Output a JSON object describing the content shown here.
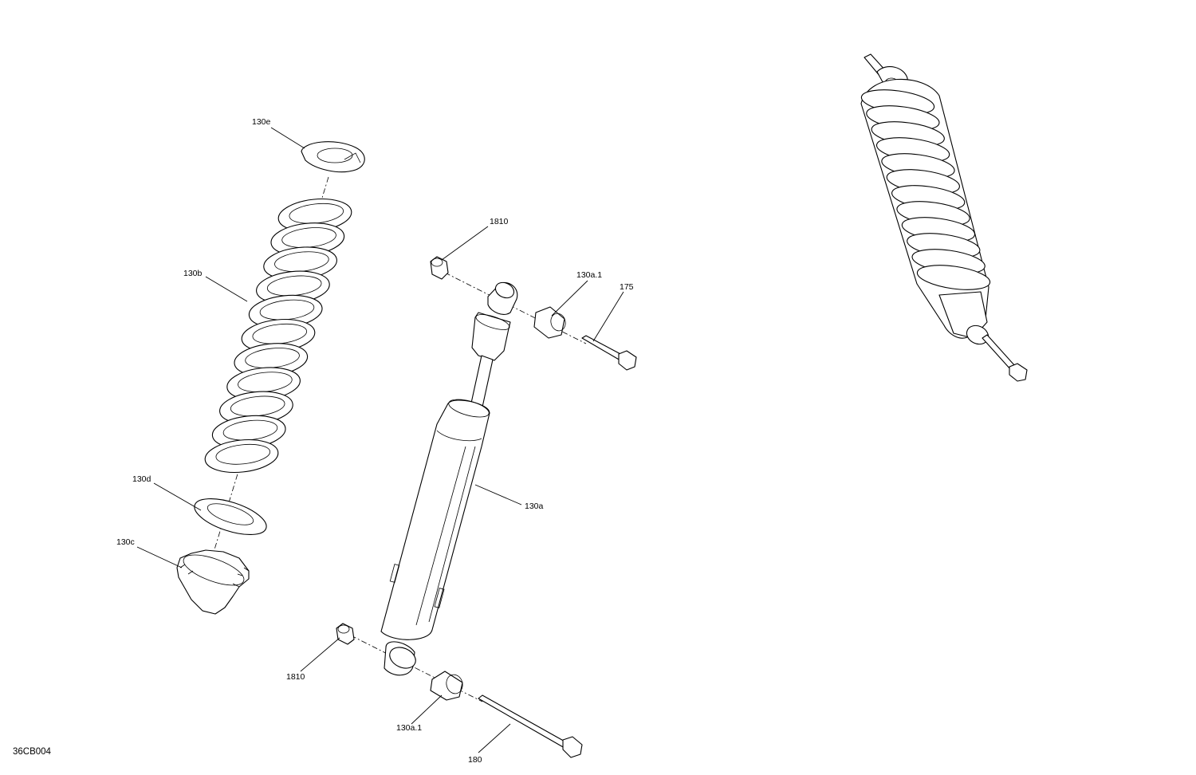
{
  "diagram": {
    "figure_code": "36CB004",
    "callouts": {
      "spring_retainer": "130e",
      "coil_spring": "130b",
      "spring_seat_washer": "130d",
      "adjuster_ring": "130c",
      "shock_body": "130a",
      "upper_nut": "1810",
      "upper_bushing": "130a.1",
      "upper_bolt": "175",
      "lower_nut": "1810",
      "lower_bushing": "130a.1",
      "lower_bolt": "180"
    }
  }
}
